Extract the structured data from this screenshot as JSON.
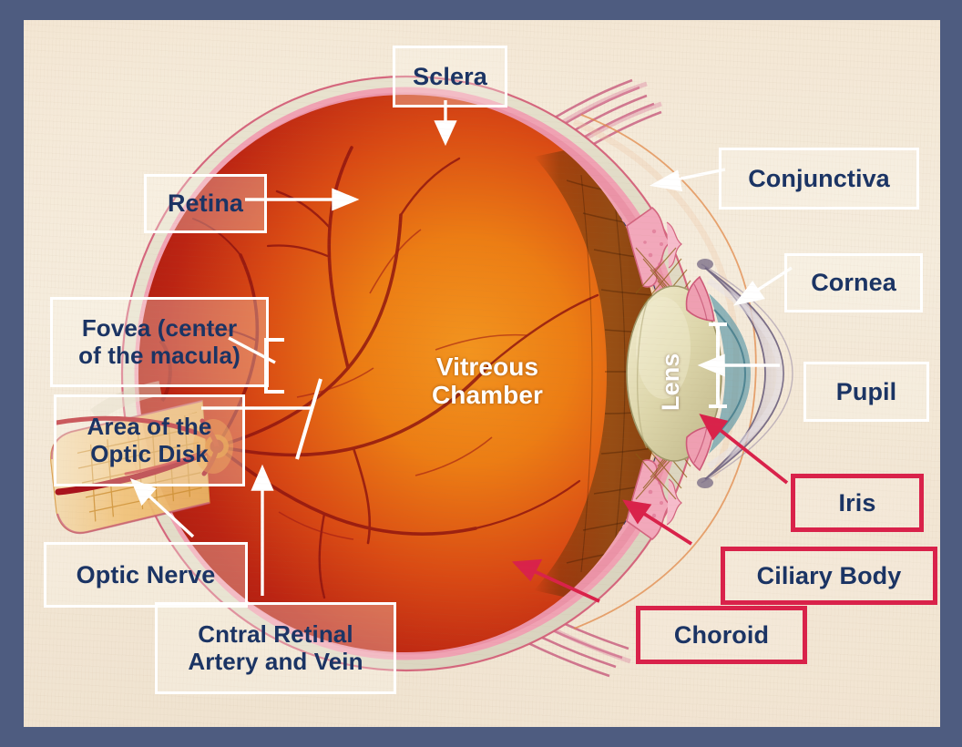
{
  "figure": {
    "subject": "Sagittal cross-section of the human eye",
    "frame_color": "#4e5c80",
    "paper_color": "#f3e6d3",
    "label_navy": "#1b3464",
    "label_white": "#ffffff",
    "label_crimson": "#d9224a"
  },
  "labels": {
    "sclera": "Sclera",
    "conjunctiva": "Conjunctiva",
    "retina": "Retina",
    "cornea": "Cornea",
    "fovea": "Fovea (center\nof the macula)",
    "pupil": "Pupil",
    "optic_disk": "Area of the\nOptic Disk",
    "optic_nerve": "Optic Nerve",
    "central_vessels": "Cntral Retinal\nArtery and Vein",
    "vitreous": "Vitreous\nChamber",
    "lens": "Lens",
    "iris": "Iris",
    "ciliary_body": "Ciliary Body",
    "choroid": "Choroid"
  },
  "label_styles": {
    "sclera": "white-box",
    "conjunctiva": "white-box",
    "retina": "white-box",
    "cornea": "white-box",
    "fovea": "white-box",
    "pupil": "white-box",
    "optic_disk": "white-box",
    "optic_nerve": "white-box",
    "central_vessels": "white-box",
    "vitreous": "plain-white-text",
    "lens": "plain-white-text-rotated",
    "iris": "crimson-box",
    "ciliary_body": "crimson-box",
    "choroid": "crimson-box"
  },
  "leaders": {
    "sclera": "straight-arrow-down",
    "conjunctiva": "arrow-left-down",
    "retina": "arrow-right",
    "cornea": "arrow-left-down",
    "fovea": "line-to-bracket",
    "pupil": "arrow-left-to-caliper",
    "optic_disk": "line-to-tick",
    "optic_nerve": "arrow-up-right",
    "central_vessels": "arrow-up",
    "iris": "arrow-left-down",
    "ciliary_body": "arrow-left-up",
    "choroid": "arrow-left-up"
  },
  "anatomy_colors": {
    "sclera": "#e3ddca",
    "choroid_band": "#f0a8b6",
    "retina_line": "#2b3358",
    "vitreous_outer": "#b22016",
    "vitreous_inner": "#ef7c18",
    "lens": "#d9d4ac",
    "ciliary_body": "#8a4a14",
    "cornea": "#b7aec2",
    "anterior_chamber": "#4e8fa0",
    "optic_nerve": "#e9b063",
    "vessels": "#b0131c",
    "muscle_fibers": "#c7436f"
  }
}
